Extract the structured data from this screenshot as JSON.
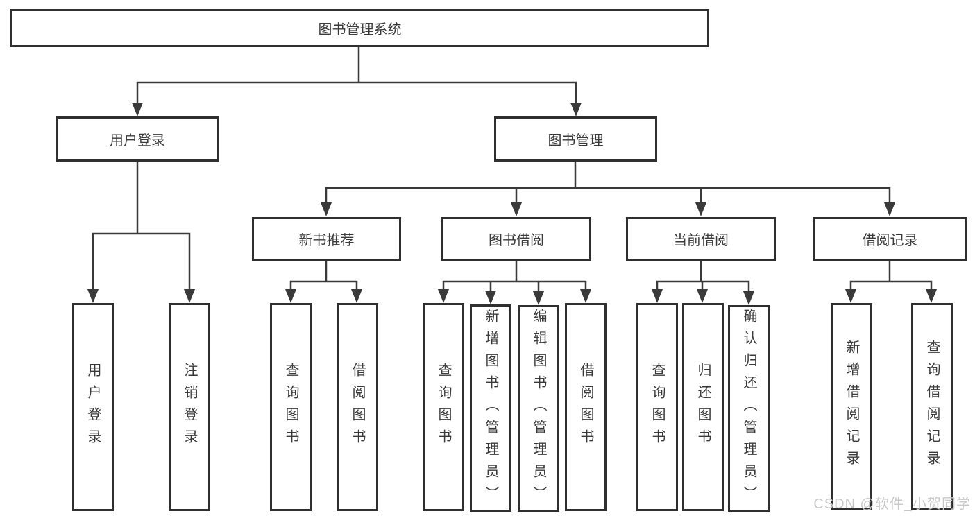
{
  "diagram": {
    "root": {
      "label": "图书管理系统"
    },
    "branches": [
      {
        "label": "用户登录",
        "children": [
          {
            "label": "用户登录"
          },
          {
            "label": "注销登录"
          }
        ]
      },
      {
        "label": "图书管理",
        "children": [
          {
            "label": "新书推荐",
            "children": [
              {
                "label": "查询图书"
              },
              {
                "label": "借阅图书"
              }
            ]
          },
          {
            "label": "图书借阅",
            "children": [
              {
                "label": "查询图书"
              },
              {
                "label": "新增图书（管理员）"
              },
              {
                "label": "编辑图书（管理员）"
              },
              {
                "label": "借阅图书"
              }
            ]
          },
          {
            "label": "当前借阅",
            "children": [
              {
                "label": "查询图书"
              },
              {
                "label": "归还图书"
              },
              {
                "label": "确认归还（管理员）"
              }
            ]
          },
          {
            "label": "借阅记录",
            "children": [
              {
                "label": "新增借阅记录"
              },
              {
                "label": "查询借阅记录"
              }
            ]
          }
        ]
      }
    ]
  },
  "watermark": {
    "text": "CSDN @软件_小贺同学"
  },
  "colors": {
    "line": "#3a3a3a",
    "box_border": "#2f2f2f",
    "text": "#3a3a3a",
    "background": "#ffffff",
    "watermark": "#c8c8c8"
  }
}
